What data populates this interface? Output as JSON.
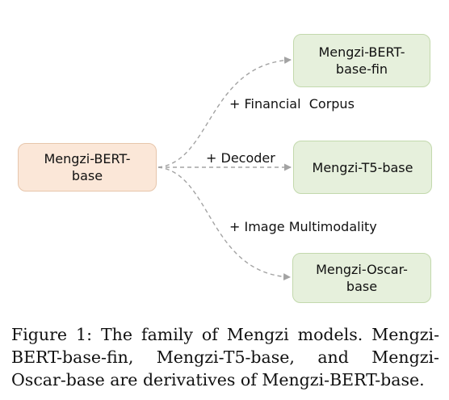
{
  "nodes": {
    "root": "Mengzi-BERT-\nbase",
    "fin": "Mengzi-BERT-\nbase-fin",
    "t5": "Mengzi-T5-base",
    "oscar": "Mengzi-Oscar-\nbase"
  },
  "edge_labels": {
    "fin": "+ Financial  Corpus",
    "decoder": "+ Decoder",
    "image": "+ Image Multimodality"
  },
  "caption": "Figure 1: The family of Mengzi models. Mengzi-BERT-base-fin, Mengzi-T5-base, and Mengzi-Oscar-base are derivatives of Mengzi-BERT-base.",
  "colors": {
    "source_fill": "#fbe7d8",
    "source_border": "#e7c6ac",
    "target_fill": "#e6f0dc",
    "target_border": "#c3d9ad",
    "edge": "#a3a3a3"
  }
}
